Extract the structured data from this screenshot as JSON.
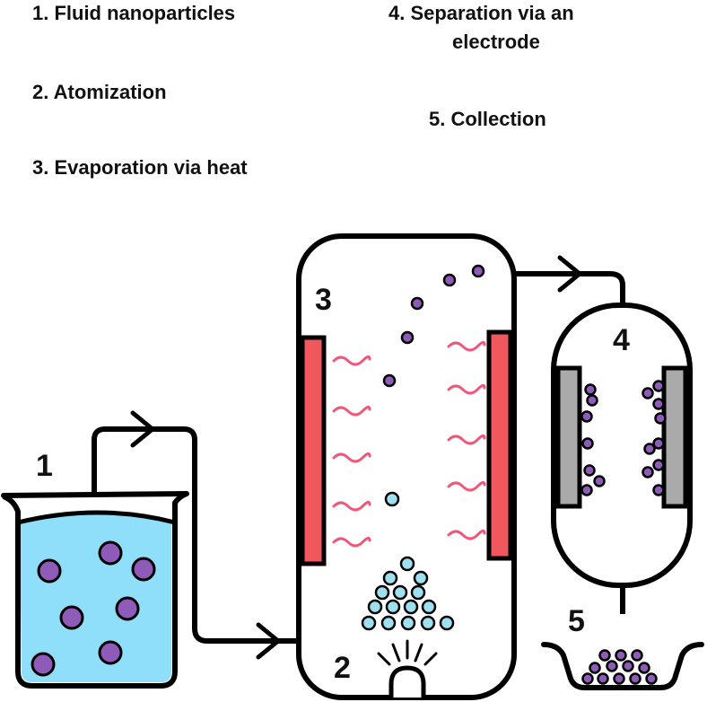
{
  "legend": {
    "item1": "1.  Fluid nanoparticles",
    "item2": "2.  Atomization",
    "item3": "3.  Evaporation via heat",
    "item4_line1": "4.  Separation via an",
    "item4_line2": "electrode",
    "item5": "5.  Collection"
  },
  "stage_numbers": {
    "beaker": "1",
    "atomizer": "2",
    "heater": "3",
    "separator": "4",
    "collector": "5"
  },
  "colors": {
    "liquid": "#8fdffa",
    "nanoparticle": "#8e5bb8",
    "droplet": "#9ee0ef",
    "heater": "#f0585e",
    "heat_wave": "#f0587a",
    "electrode": "#aaaaaa",
    "outline": "#000000"
  }
}
